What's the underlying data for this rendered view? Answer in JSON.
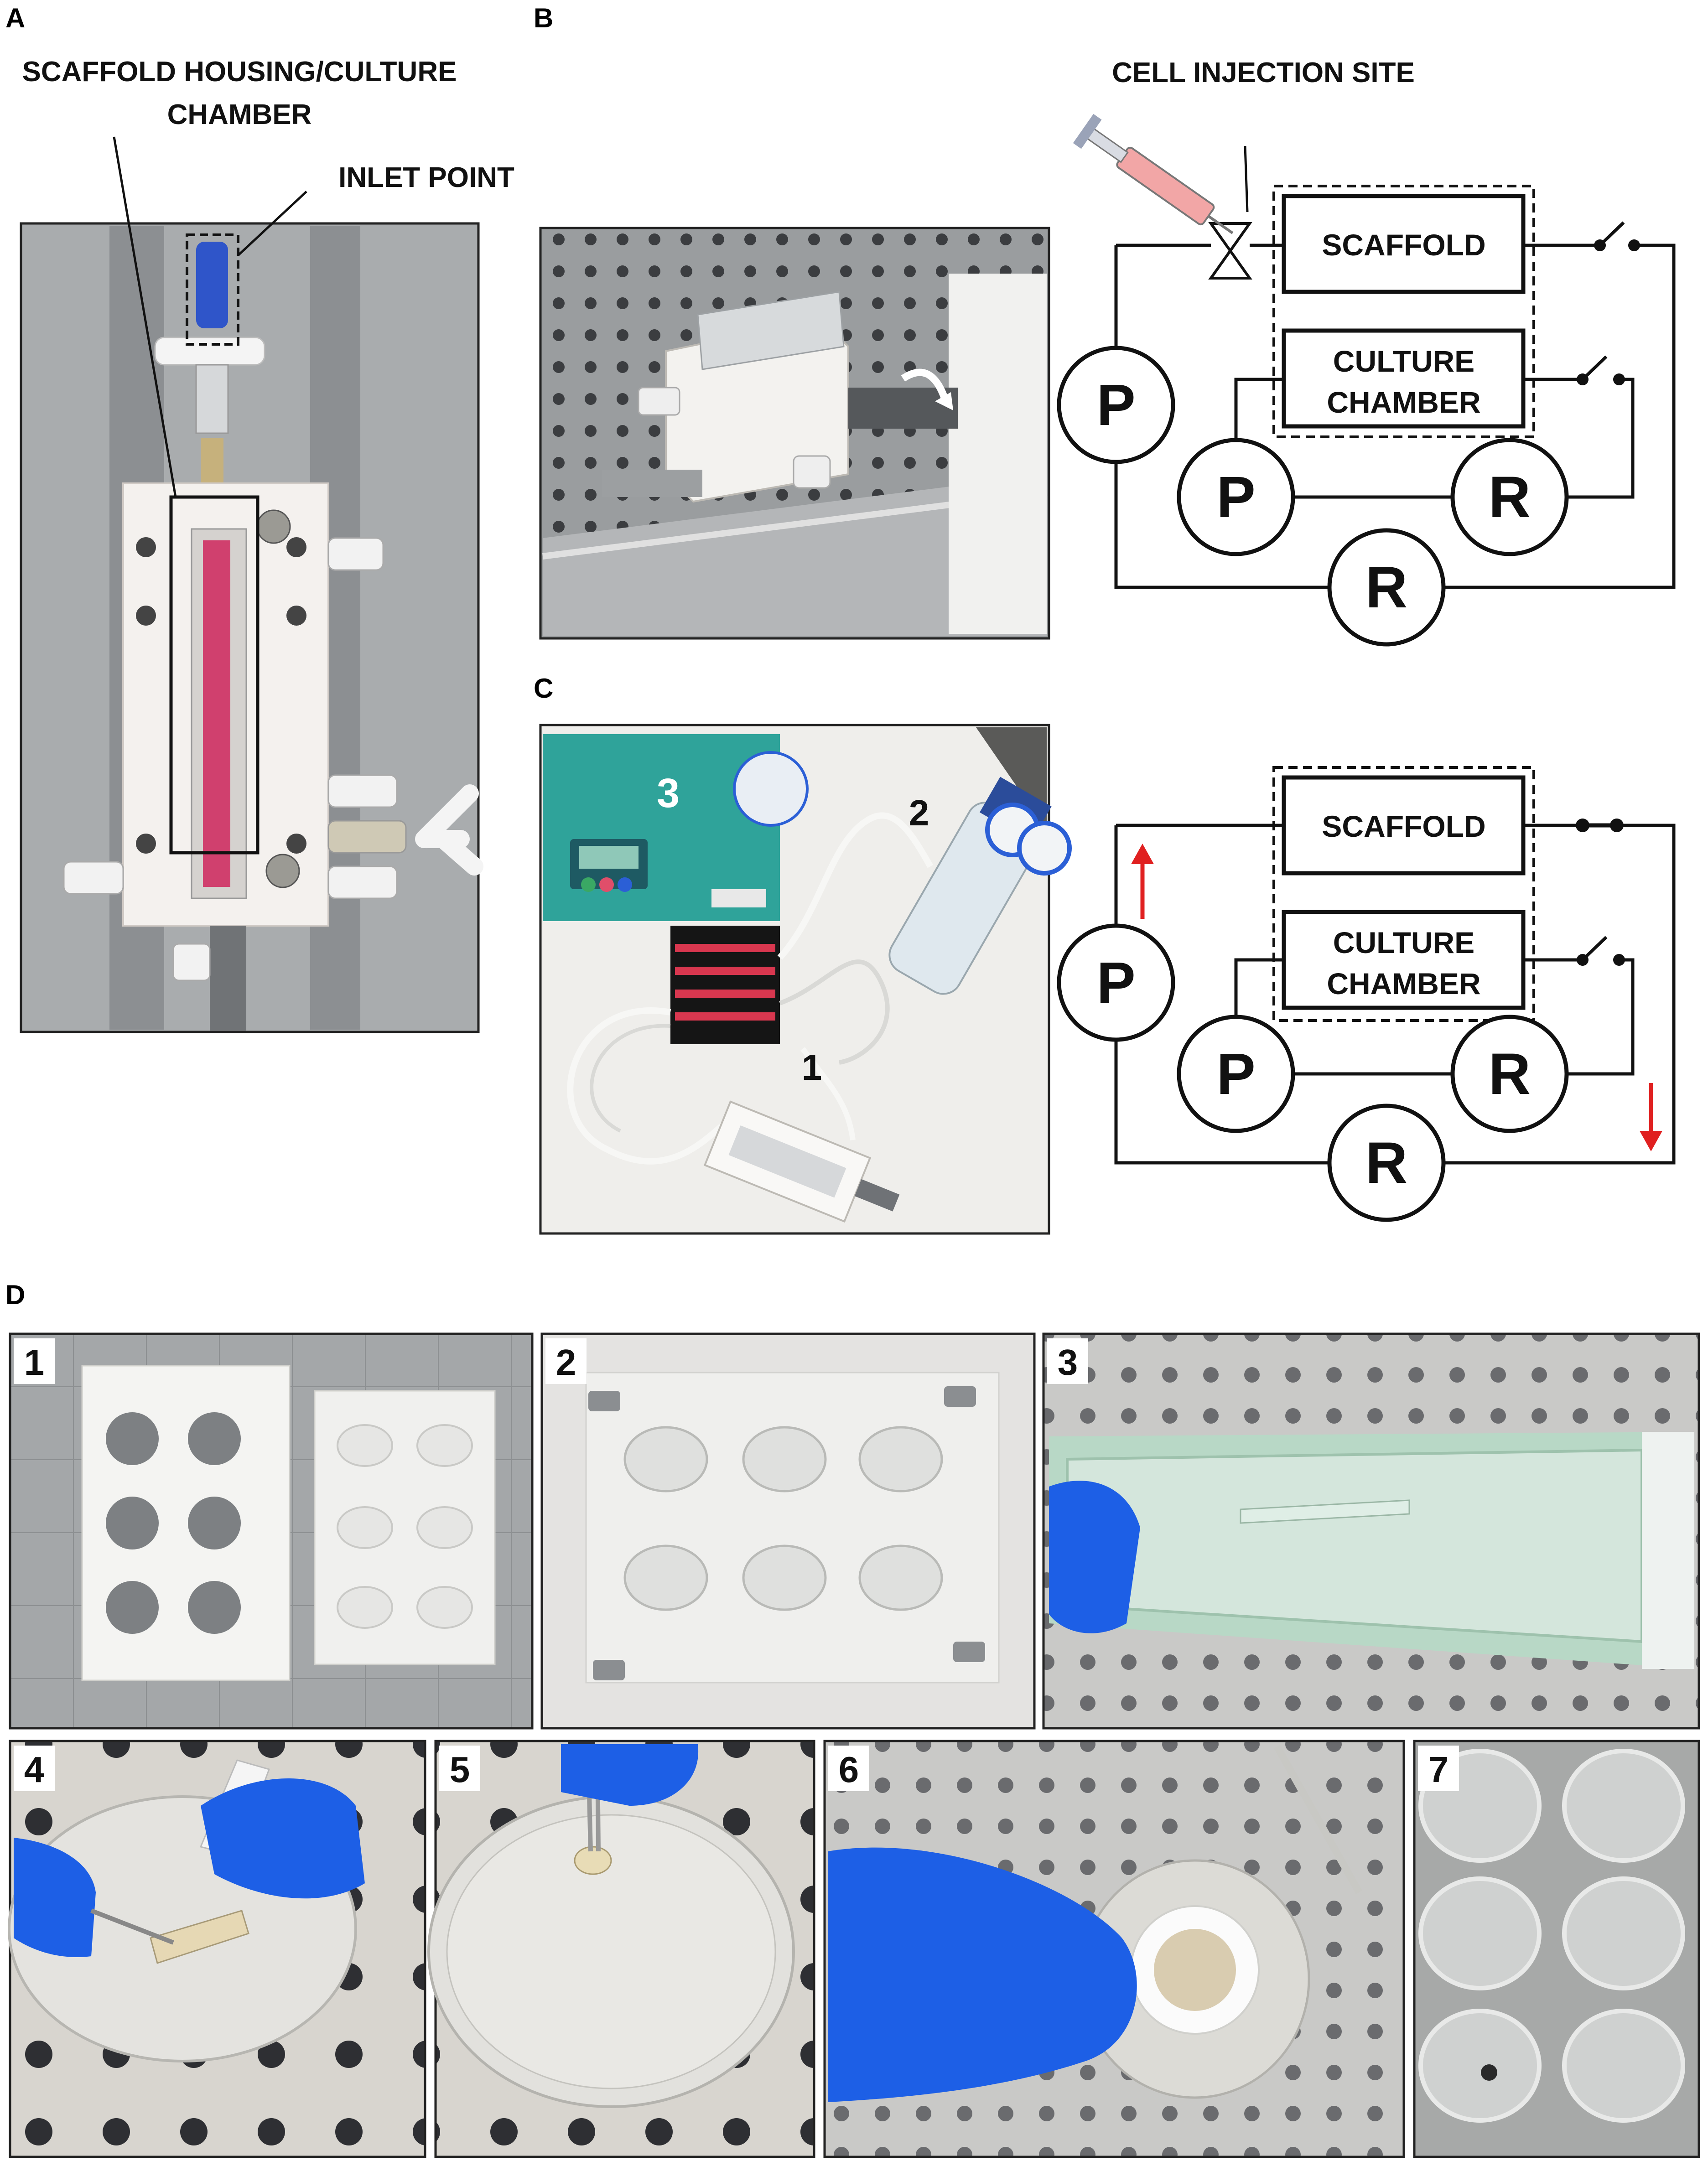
{
  "panels": {
    "a": {
      "letter": "A",
      "callout_scaffold": [
        "SCAFFOLD HOUSING/CULTURE",
        "CHAMBER"
      ],
      "callout_inlet": "INLET POINT"
    },
    "b": {
      "letter": "B",
      "cell_injection": "CELL  INJECTION SITE"
    },
    "c": {
      "letter": "C",
      "photo_labels": [
        "3",
        "2",
        "1"
      ]
    },
    "d": {
      "letter": "D",
      "sub_labels": [
        "1",
        "2",
        "3",
        "4",
        "5",
        "6",
        "7"
      ]
    }
  },
  "circuit": {
    "scaffold": "SCAFFOLD",
    "culture": [
      "CULTURE",
      "CHAMBER"
    ],
    "pump": "P",
    "reservoir": "R"
  },
  "colors": {
    "arrow_red": "#e02020",
    "gloves_blue": "#1d5fe6",
    "syringe_pink": "#f2a6a6"
  }
}
